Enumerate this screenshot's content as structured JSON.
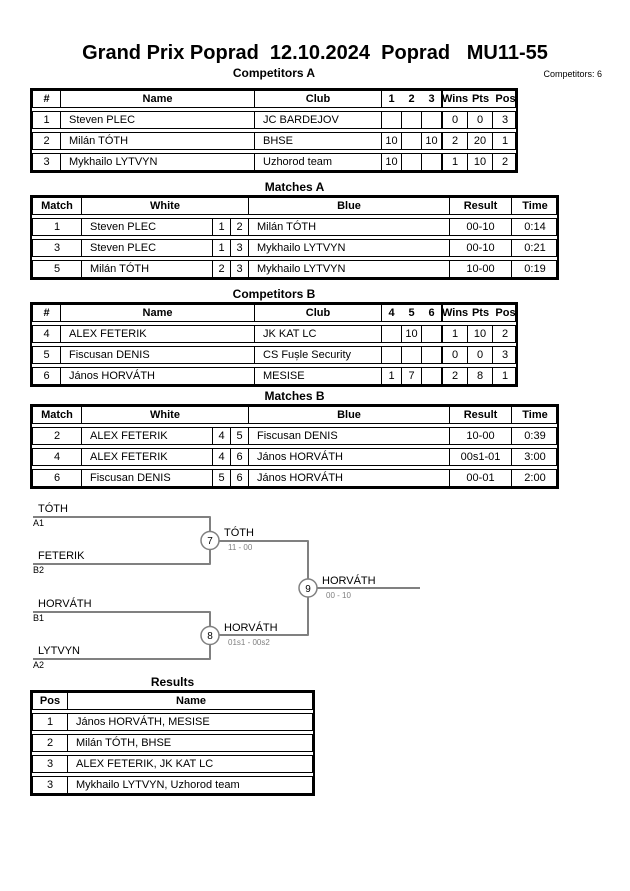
{
  "page": {
    "title": "Grand Prix Poprad  12.10.2024  Poprad   MU11-55",
    "competitors_count": "Competitors: 6"
  },
  "colors": {
    "bracket_line": "#808080",
    "score_text": "#808080",
    "text": "#000000"
  },
  "competitors_a": {
    "title": "Competitors A",
    "headers": {
      "num": "#",
      "name": "Name",
      "club": "Club",
      "c1": "1",
      "c2": "2",
      "c3": "3",
      "wins": "Wins",
      "pts": "Pts",
      "pos": "Pos"
    },
    "rows": [
      {
        "num": "1",
        "name": "Steven PLEC",
        "club": "JC BARDEJOV",
        "c1": "",
        "c2": "",
        "c3": "",
        "wins": "0",
        "pts": "0",
        "pos": "3"
      },
      {
        "num": "2",
        "name": "Milán TÓTH",
        "club": "BHSE",
        "c1": "10",
        "c2": "",
        "c3": "10",
        "wins": "2",
        "pts": "20",
        "pos": "1"
      },
      {
        "num": "3",
        "name": "Mykhailo LYTVYN",
        "club": "Uzhorod team",
        "c1": "10",
        "c2": "",
        "c3": "",
        "wins": "1",
        "pts": "10",
        "pos": "2"
      }
    ]
  },
  "matches_a": {
    "title": "Matches A",
    "headers": {
      "match": "Match",
      "white": "White",
      "blue": "Blue",
      "result": "Result",
      "time": "Time"
    },
    "rows": [
      {
        "match": "1",
        "white": "Steven PLEC",
        "wn": "1",
        "bn": "2",
        "blue": "Milán TÓTH",
        "result": "00-10",
        "time": "0:14"
      },
      {
        "match": "3",
        "white": "Steven PLEC",
        "wn": "1",
        "bn": "3",
        "blue": "Mykhailo LYTVYN",
        "result": "00-10",
        "time": "0:21"
      },
      {
        "match": "5",
        "white": "Milán TÓTH",
        "wn": "2",
        "bn": "3",
        "blue": "Mykhailo LYTVYN",
        "result": "10-00",
        "time": "0:19"
      }
    ]
  },
  "competitors_b": {
    "title": "Competitors B",
    "headers": {
      "num": "#",
      "name": "Name",
      "club": "Club",
      "c1": "4",
      "c2": "5",
      "c3": "6",
      "wins": "Wins",
      "pts": "Pts",
      "pos": "Pos"
    },
    "rows": [
      {
        "num": "4",
        "name": "ALEX FETERIK",
        "club": "JK KAT LC",
        "c1": "",
        "c2": "10",
        "c3": "",
        "wins": "1",
        "pts": "10",
        "pos": "2"
      },
      {
        "num": "5",
        "name": "Fiscusan DENIS",
        "club": "CS Fușle Security",
        "c1": "",
        "c2": "",
        "c3": "",
        "wins": "0",
        "pts": "0",
        "pos": "3"
      },
      {
        "num": "6",
        "name": "János HORVÁTH",
        "club": "MESISE",
        "c1": "1",
        "c2": "7",
        "c3": "",
        "wins": "2",
        "pts": "8",
        "pos": "1"
      }
    ]
  },
  "matches_b": {
    "title": "Matches B",
    "headers": {
      "match": "Match",
      "white": "White",
      "blue": "Blue",
      "result": "Result",
      "time": "Time"
    },
    "rows": [
      {
        "match": "2",
        "white": "ALEX FETERIK",
        "wn": "4",
        "bn": "5",
        "blue": "Fiscusan DENIS",
        "result": "10-00",
        "time": "0:39"
      },
      {
        "match": "4",
        "white": "ALEX FETERIK",
        "wn": "4",
        "bn": "6",
        "blue": "János HORVÁTH",
        "result": "00s1-01",
        "time": "3:00"
      },
      {
        "match": "6",
        "white": "Fiscusan DENIS",
        "wn": "5",
        "bn": "6",
        "blue": "János HORVÁTH",
        "result": "00-01",
        "time": "2:00"
      }
    ]
  },
  "bracket": {
    "semi1": {
      "top_name": "TÓTH",
      "top_seed": "A1",
      "bottom_name": "FETERIK",
      "bottom_seed": "B2",
      "match_number": "7",
      "winner": "TÓTH",
      "score": "11 - 00"
    },
    "semi2": {
      "top_name": "HORVÁTH",
      "top_seed": "B1",
      "bottom_name": "LYTVYN",
      "bottom_seed": "A2",
      "match_number": "8",
      "winner": "HORVÁTH",
      "score": "01s1 - 00s2"
    },
    "final": {
      "match_number": "9",
      "winner": "HORVÁTH",
      "score": "00 - 10"
    }
  },
  "results": {
    "title": "Results",
    "headers": {
      "pos": "Pos",
      "name": "Name"
    },
    "rows": [
      {
        "pos": "1",
        "name": "János HORVÁTH, MESISE"
      },
      {
        "pos": "2",
        "name": "Milán TÓTH, BHSE"
      },
      {
        "pos": "3",
        "name": "ALEX FETERIK, JK KAT LC"
      },
      {
        "pos": "3",
        "name": "Mykhailo LYTVYN, Uzhorod team"
      }
    ]
  }
}
